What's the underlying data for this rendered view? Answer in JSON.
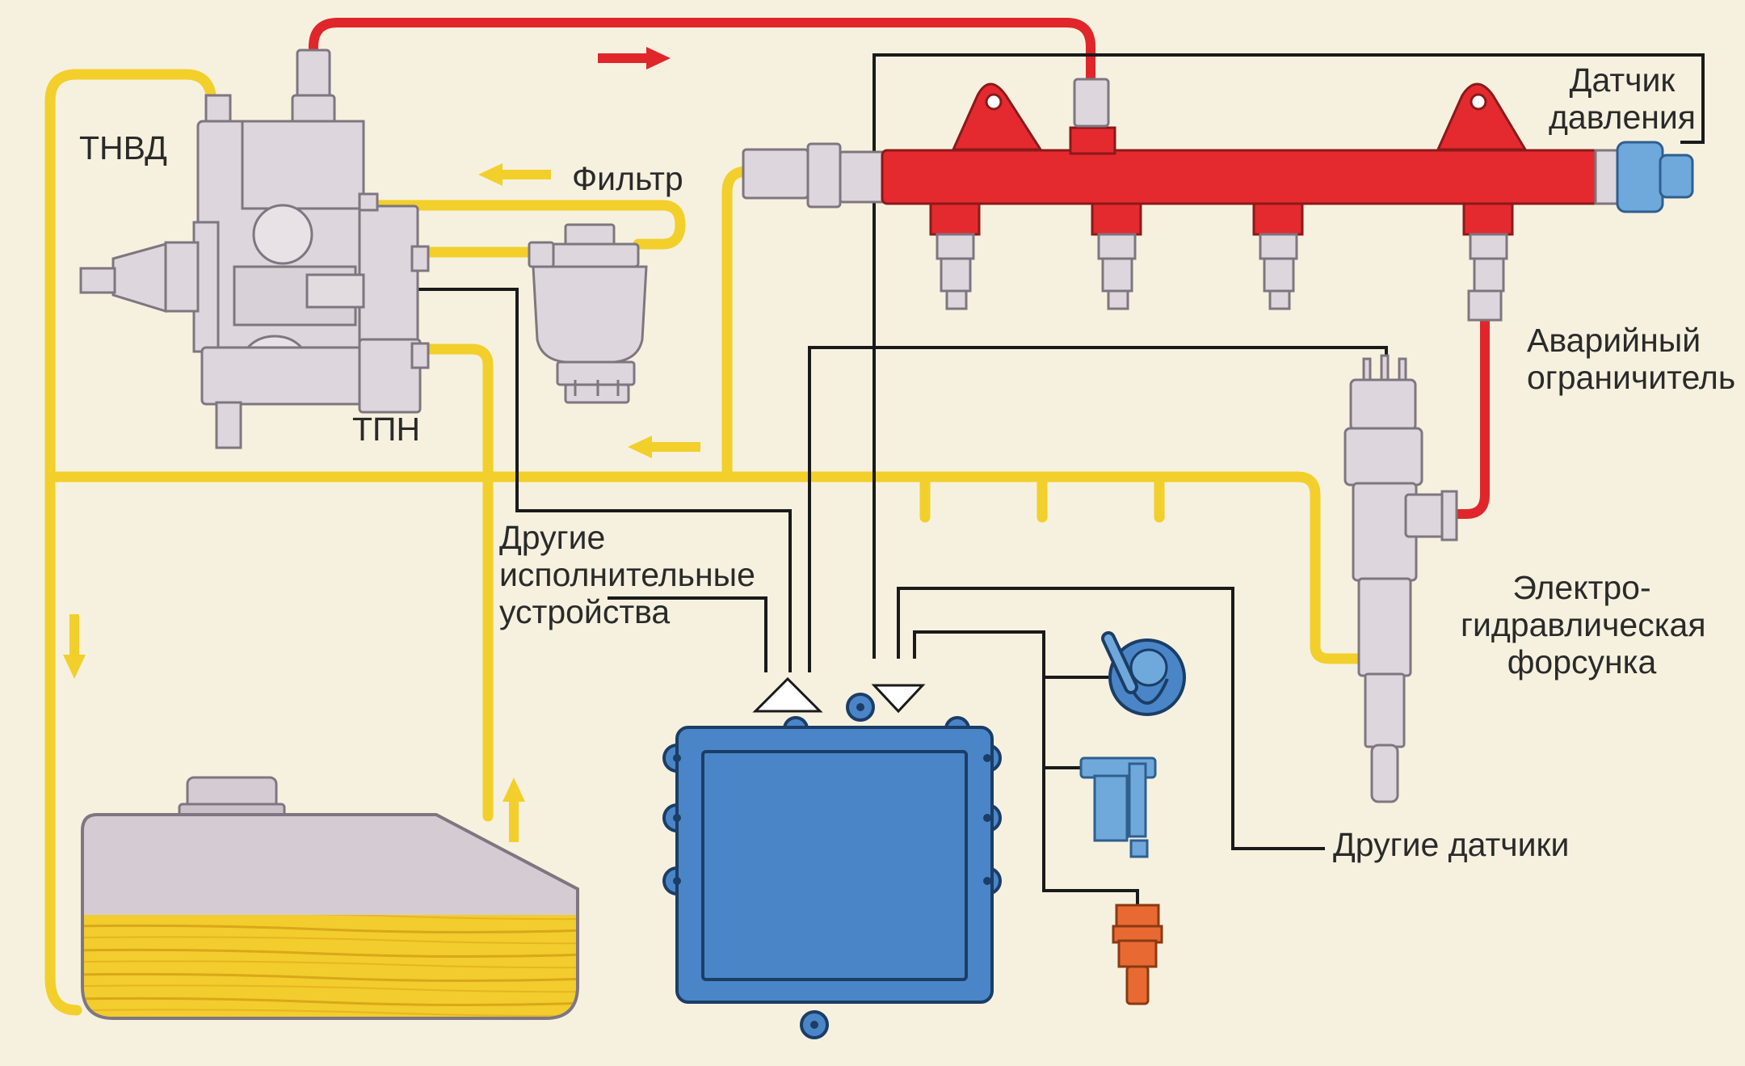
{
  "labels": {
    "hp_pump": "ТНВД",
    "filter": "Фильтр",
    "lp_pump": "ТПН",
    "pressure_sensor": "Датчик\nдавления",
    "emergency_limiter": "Аварийный\nограничитель",
    "other_actuators": "Другие\nисполнительные\nустройства",
    "injector": "Электро-\nгидравлическая\nфорсунка",
    "other_sensors": "Другие датчики"
  },
  "colors": {
    "background": "#f6f1df",
    "high_pressure_line": "#e0262a",
    "low_pressure_line": "#f2cf2b",
    "rail": "#e42a2f",
    "ecu": "#4a86c7",
    "sensor_blue": "#6fa9dc",
    "fuel": "#f0c826",
    "metal": "#d9d3d8",
    "wire": "#1a1a1a",
    "temp_sensor": "#e86a32"
  }
}
